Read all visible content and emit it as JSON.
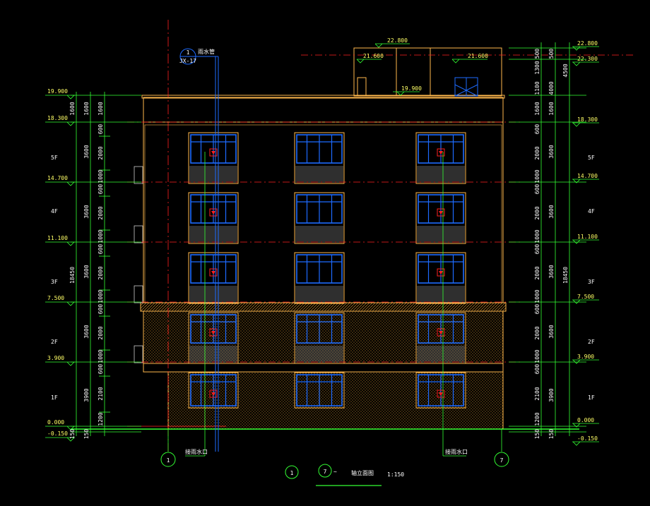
{
  "drawing": {
    "title_circle_left": "1",
    "title_circle_right": "7",
    "title_tilde": "~",
    "title_text": "轴立面图",
    "scale": "1:150"
  },
  "axes": {
    "left_bubble": "1",
    "right_bubble": "7"
  },
  "detail_bubble": {
    "top": "1",
    "bottom": "JX-17",
    "note": "雨水管"
  },
  "downpipe_notes": {
    "left": "接雨水口",
    "right": "接雨水口"
  },
  "level_marks": {
    "roof_top": "22.800",
    "stair_left": "21.600",
    "stair_right": "21.600",
    "roof_slab": "19.900",
    "right_secondary": "22.300"
  },
  "left_levels": [
    "19.900",
    "18.300",
    "14.700",
    "11.100",
    "7.500",
    "3.900",
    "0.000",
    "-0.150"
  ],
  "right_levels": [
    "22.800",
    "22.300",
    "18.300",
    "14.700",
    "11.100",
    "7.500",
    "3.900",
    "0.000",
    "-0.150"
  ],
  "floors": [
    "5F",
    "4F",
    "3F",
    "2F",
    "1F"
  ],
  "dims": {
    "parapet_a": "1600",
    "parapet_b": "1600",
    "floor": "3600",
    "story_a": "600",
    "story_b": "2000",
    "story_c": "1000",
    "ground_floor": "3900",
    "ground_a": "1200",
    "ground_b": "2100",
    "plinth": "150",
    "total": "18450",
    "roof_a": "500",
    "roof_b": "1300",
    "roof_c": "1100",
    "roof_total": "4500",
    "roof_total_b": "4000"
  },
  "colors": {
    "background": "#000000",
    "outline": "#ffb84d",
    "frame": "#1e6bff",
    "axis": "#ff2020",
    "dimension": "#33ff33",
    "marker": "#ff2020",
    "text": "#ffffff"
  }
}
